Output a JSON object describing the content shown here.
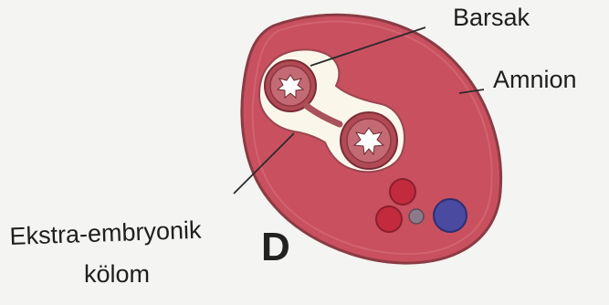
{
  "labels": {
    "barsak": "Barsak",
    "amnion": "Amnion",
    "ekstra_line1": "Ekstra-embryonik",
    "ekstra_line2": "kölom",
    "panel_letter": "D"
  },
  "colors": {
    "background": "#f4f4f2",
    "tissue": "#c9505f",
    "tissue_edge": "#8a3b43",
    "cavity": "#faf7ea",
    "gut_tube": "#b04a55",
    "lumen": "#ffffff",
    "vessel_red": "#c42a3e",
    "vessel_blue": "#4a4aa0",
    "leader_line": "#2a2a2a"
  }
}
